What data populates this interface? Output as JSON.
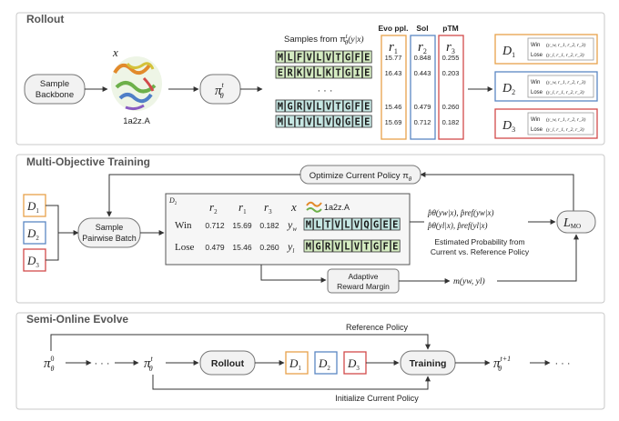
{
  "sections": {
    "rollout": "Rollout",
    "training": "Multi-Objective Training",
    "evolve": "Semi-Online Evolve"
  },
  "rollout": {
    "var_x": "x",
    "sample_backbone": [
      "Sample",
      "Backbone"
    ],
    "protein_label": "1a2z.A",
    "policy": "π",
    "policy_sup": "t",
    "policy_sub": "θ",
    "samples_title": "Samples from π",
    "samples_title_tail": "(y|x)",
    "sequences": [
      "MLFVLVTGFE",
      "ERKVLKTGIE",
      "MGRVLVTGFE",
      "MLTVLVQGEE"
    ],
    "ellipsis": "· · ·",
    "metric_headers": [
      "Evo ppl.",
      "Sol",
      "pTM"
    ],
    "metric_vars": [
      "r",
      "r",
      "r"
    ],
    "metric_subs": [
      "1",
      "2",
      "3"
    ],
    "values": [
      [
        "15.77",
        "0.848",
        "0.255"
      ],
      [
        "16.43",
        "0.443",
        "0.203"
      ],
      [
        "15.46",
        "0.479",
        "0.260"
      ],
      [
        "15.69",
        "0.712",
        "0.182"
      ]
    ],
    "datasets": [
      "D",
      "D",
      "D"
    ],
    "dataset_subs": [
      "1",
      "2",
      "3"
    ],
    "dataset_win": "Win",
    "dataset_lose": "Lose",
    "dataset_win_tuple": "(y_w, r_1, r_2, r_3)",
    "dataset_lose_tuple": "(y_l, r_1, r_2, r_3)"
  },
  "training": {
    "optimize": "Optimize Current Policy π",
    "optimize_sub": "θ",
    "sample_pairwise": [
      "Sample",
      "Pairwise Batch"
    ],
    "table_dataset": "D",
    "table_dataset_sub": "2",
    "table_headers": [
      "r",
      "r",
      "r"
    ],
    "table_header_subs": [
      "2",
      "1",
      "3"
    ],
    "rows": [
      {
        "label": "Win",
        "values": [
          "0.712",
          "15.69",
          "0.182"
        ],
        "y": "y",
        "y_sub": "w",
        "seq": "MLTVLVQGEE"
      },
      {
        "label": "Lose",
        "values": [
          "0.479",
          "15.46",
          "0.260"
        ],
        "y": "y",
        "y_sub": "l",
        "seq": "MGRVLVTGFE"
      }
    ],
    "x_label": "x",
    "protein_label": "1a2z.A",
    "prob_line1": "p̂θ(yw|x), p̂ref(yw|x)",
    "prob_line2": "p̂θ(yl|x), p̂ref(yl|x)",
    "estimated": [
      "Estimated Probability from",
      "Current vs. Reference Policy"
    ],
    "adaptive": [
      "Adaptive",
      "Reward Margin"
    ],
    "margin": "m(yw, yl)",
    "loss": "L",
    "loss_sub": "MO"
  },
  "evolve": {
    "pi0": "π",
    "pi0_sup": "0",
    "pi_sub": "θ",
    "dots": "· · ·",
    "pit_sup": "t",
    "rollout": "Rollout",
    "training": "Training",
    "pit1_sup": "t+1",
    "reference": "Reference Policy",
    "initialize": "Initialize Current Policy"
  },
  "colors": {
    "green": "#d5ecc2",
    "teal": "#c6e7e3",
    "seq_text": "#1a1a1a",
    "orange": "#e7a24a",
    "blue": "#5b87c4",
    "red": "#d24a4a",
    "box_border": "#777777",
    "pill_fill": "#f2f2f2"
  }
}
